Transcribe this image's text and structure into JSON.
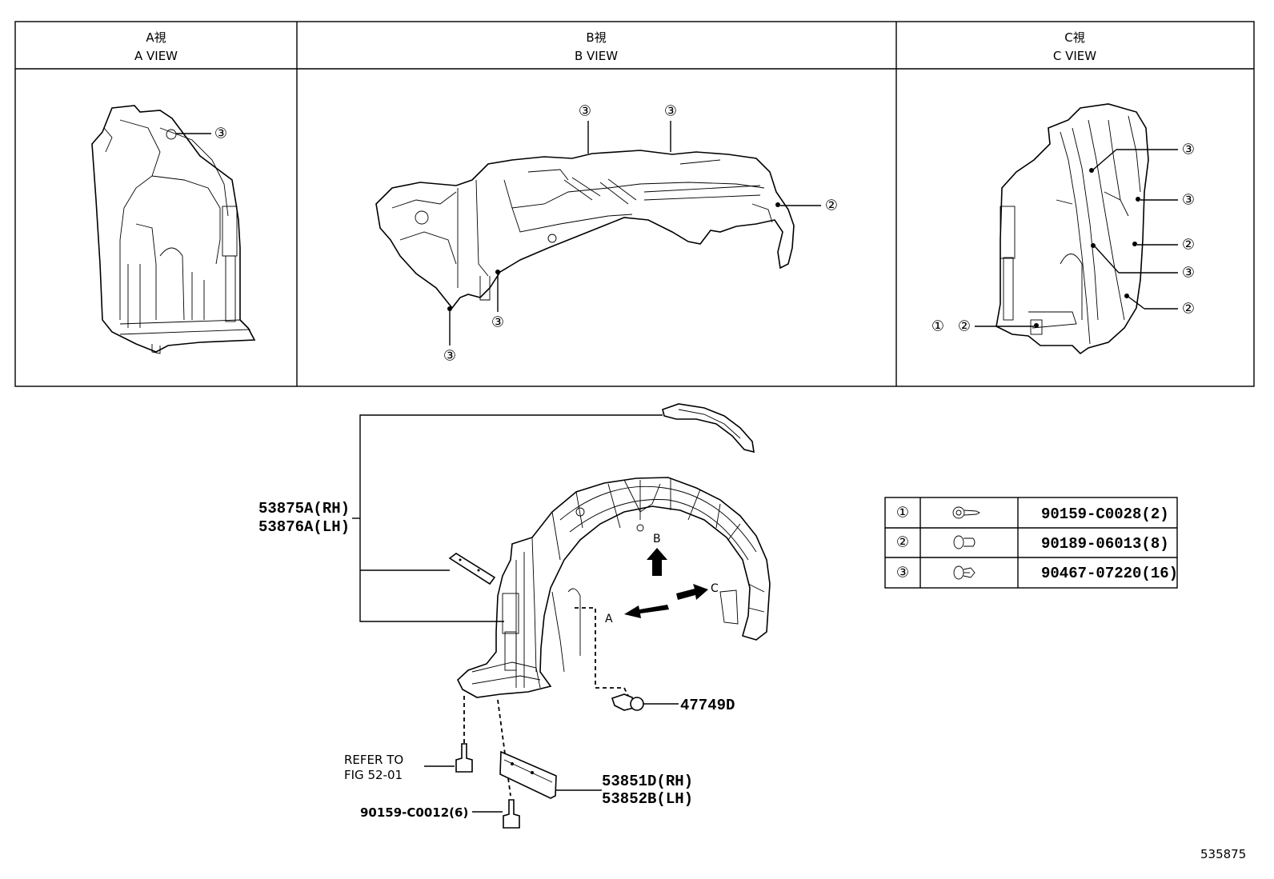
{
  "views": [
    {
      "jp": "A視",
      "en": "A VIEW"
    },
    {
      "jp": "B視",
      "en": "B VIEW"
    },
    {
      "jp": "C視",
      "en": "C VIEW"
    }
  ],
  "markers": {
    "one": "①",
    "two": "②",
    "three": "③"
  },
  "direction_arrows": {
    "a": "A",
    "b": "B",
    "c": "C"
  },
  "part_labels": {
    "liner_rh": "53875A(RH)",
    "liner_lh": "53876A(LH)",
    "clip": "47749D",
    "refer_line1": "REFER TO",
    "refer_line2": "FIG 52-01",
    "screw": "90159-C0012(6)",
    "seal_rh": "53851D(RH)",
    "seal_lh": "53852B(LH)"
  },
  "fastener_legend": [
    {
      "marker": "①",
      "icon": "screw-icon",
      "part": "90159-C0028(2)"
    },
    {
      "marker": "②",
      "icon": "clip-icon",
      "part": "90189-06013(8)"
    },
    {
      "marker": "③",
      "icon": "push-clip-icon",
      "part": "90467-07220(16)"
    }
  ],
  "figure_number": "535875"
}
